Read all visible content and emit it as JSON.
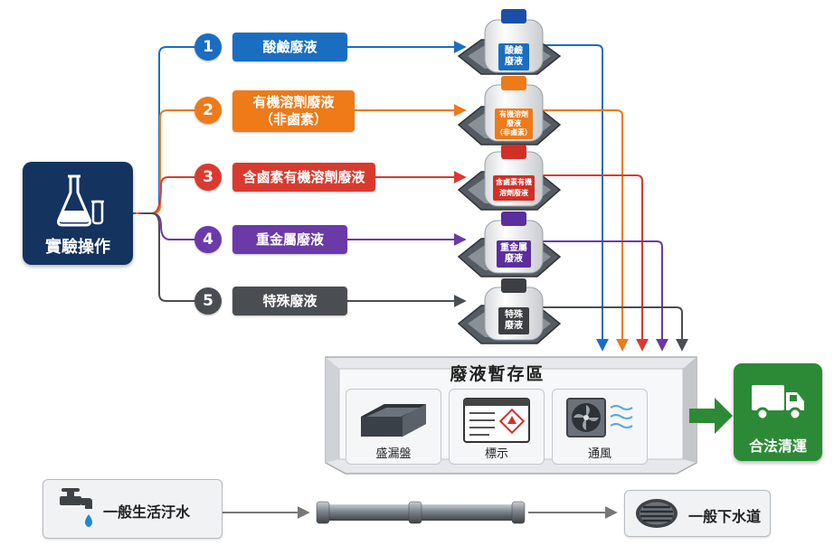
{
  "source": {
    "label": "實驗操作"
  },
  "categories": [
    {
      "num": "1",
      "label": "酸鹼廢液",
      "sublabel": "",
      "color": "#1a6ec2",
      "jar_label": "酸鹼\n廢液"
    },
    {
      "num": "2",
      "label": "有機溶劑廢液",
      "sublabel": "（非鹵素）",
      "color": "#ee7a18",
      "jar_label": "有機溶劑\n廢液\n（非鹵素）"
    },
    {
      "num": "3",
      "label": "含鹵素有機溶劑廢液",
      "sublabel": "",
      "color": "#d93a2f",
      "jar_label": "含鹵素有機\n溶劑廢液"
    },
    {
      "num": "4",
      "label": "重金屬廢液",
      "sublabel": "",
      "color": "#6a3aa8",
      "jar_label": "重金屬\n廢液"
    },
    {
      "num": "5",
      "label": "特殊廢液",
      "sublabel": "",
      "color": "#4a4d52",
      "jar_label": "特殊\n廢液"
    }
  ],
  "storage": {
    "title": "廢液暫存區",
    "items": [
      {
        "label": "盛漏盤",
        "icon": "drip-tray-icon"
      },
      {
        "label": "標示",
        "icon": "hazard-label-icon"
      },
      {
        "label": "通風",
        "icon": "ventilation-fan-icon"
      }
    ]
  },
  "legal_disposal": {
    "label": "合法清運",
    "icon": "truck-icon",
    "color": "#2c8a36"
  },
  "sewage": {
    "source_label": "一般生活汙水",
    "dest_label": "一般下水道",
    "source_icon": "faucet-icon",
    "pipe_icon": "pipe-icon",
    "dest_icon": "drain-icon"
  }
}
